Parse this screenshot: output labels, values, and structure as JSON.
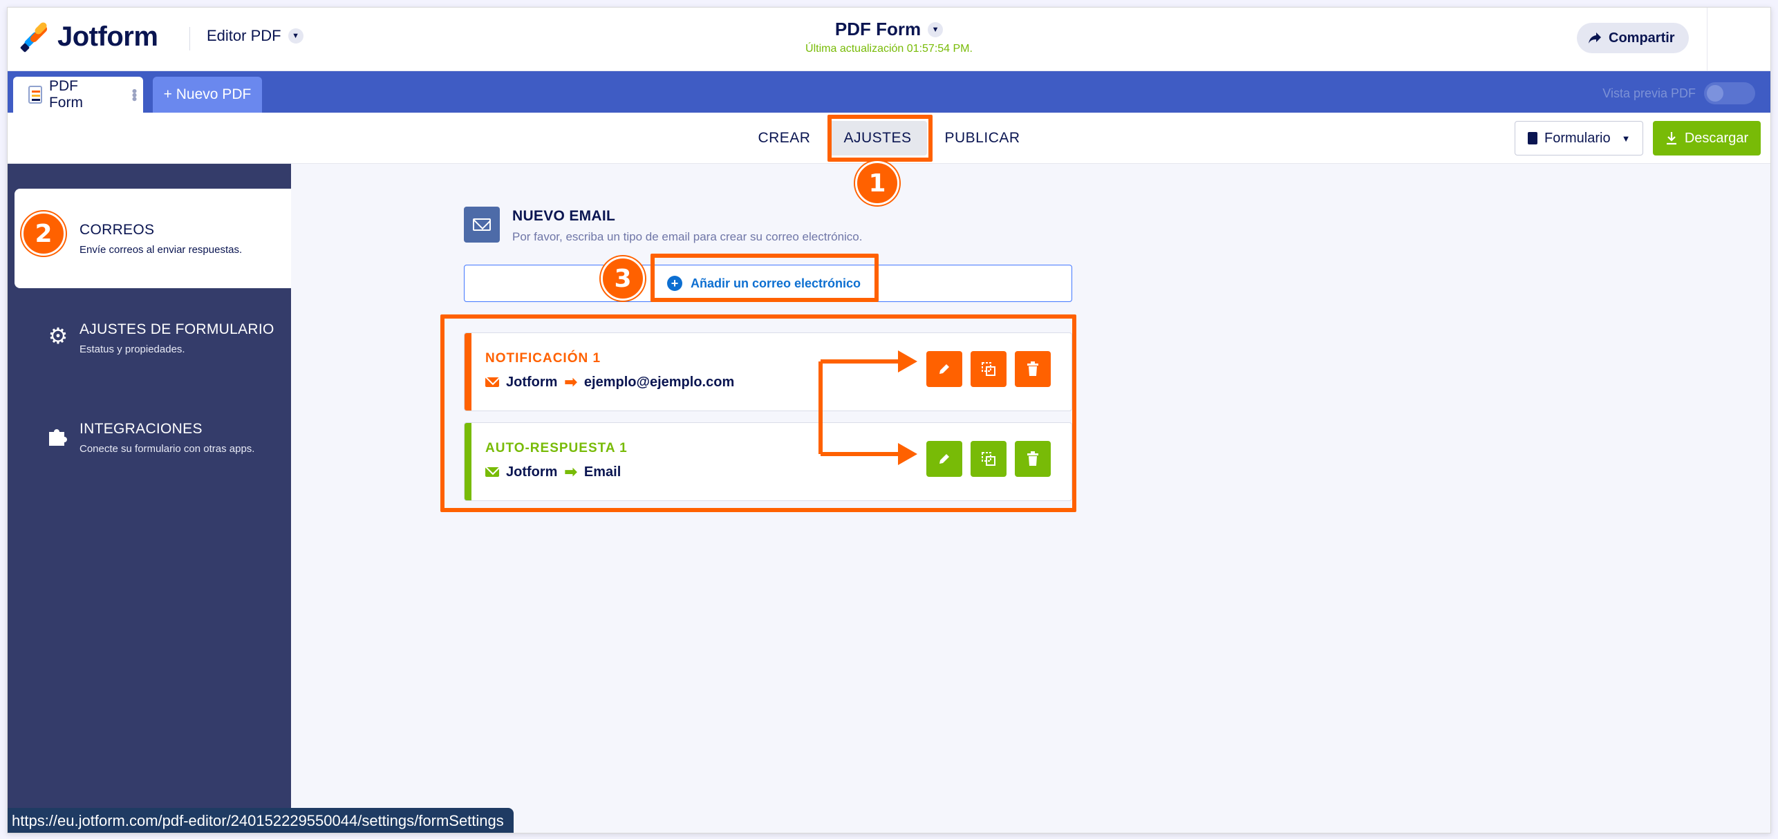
{
  "app": {
    "logo_text": "Jotform",
    "editor_label": "Editor PDF"
  },
  "header": {
    "form_title": "PDF Form",
    "last_update": "Última actualización 01:57:54 PM.",
    "share_label": "Compartir"
  },
  "tabs": {
    "pdf_tab_label": "PDF Form",
    "new_pdf_label": "+ Nuevo PDF",
    "preview_label": "Vista previa PDF"
  },
  "nav": {
    "items": [
      {
        "label": "CREAR"
      },
      {
        "label": "AJUSTES",
        "active": true
      },
      {
        "label": "PUBLICAR"
      }
    ],
    "form_dropdown": "Formulario",
    "download_label": "Descargar"
  },
  "sidebar": {
    "items": [
      {
        "title": "CORREOS",
        "desc": "Envíe correos al enviar respuestas.",
        "active": true
      },
      {
        "title": "AJUSTES DE FORMULARIO",
        "desc": "Estatus y propiedades.",
        "icon": "gear-icon"
      },
      {
        "title": "INTEGRACIONES",
        "desc": "Conecte su formulario con otras apps.",
        "icon": "puzzle-icon"
      }
    ]
  },
  "main": {
    "new_email_title": "NUEVO EMAIL",
    "new_email_desc": "Por favor, escriba un tipo de email para crear su correo electrónico.",
    "add_email_label": "Añadir un correo electrónico",
    "emails": [
      {
        "title": "NOTIFICACIÓN 1",
        "from": "Jotform",
        "to": "ejemplo@ejemplo.com",
        "color": "#ff6100"
      },
      {
        "title": "AUTO-RESPUESTA 1",
        "from": "Jotform",
        "to": "Email",
        "color": "#78bb07"
      }
    ]
  },
  "annotations": {
    "badge1": "1",
    "badge2": "2",
    "badge3": "3"
  },
  "statusbar": {
    "url": "https://eu.jotform.com/pdf-editor/240152229550044/settings/formSettings"
  },
  "colors": {
    "accent_orange": "#ff6100",
    "accent_green": "#78bb07",
    "brand_navy": "#0a1551",
    "sidebar": "#343c6a",
    "tabbar": "#3f5cc4"
  }
}
